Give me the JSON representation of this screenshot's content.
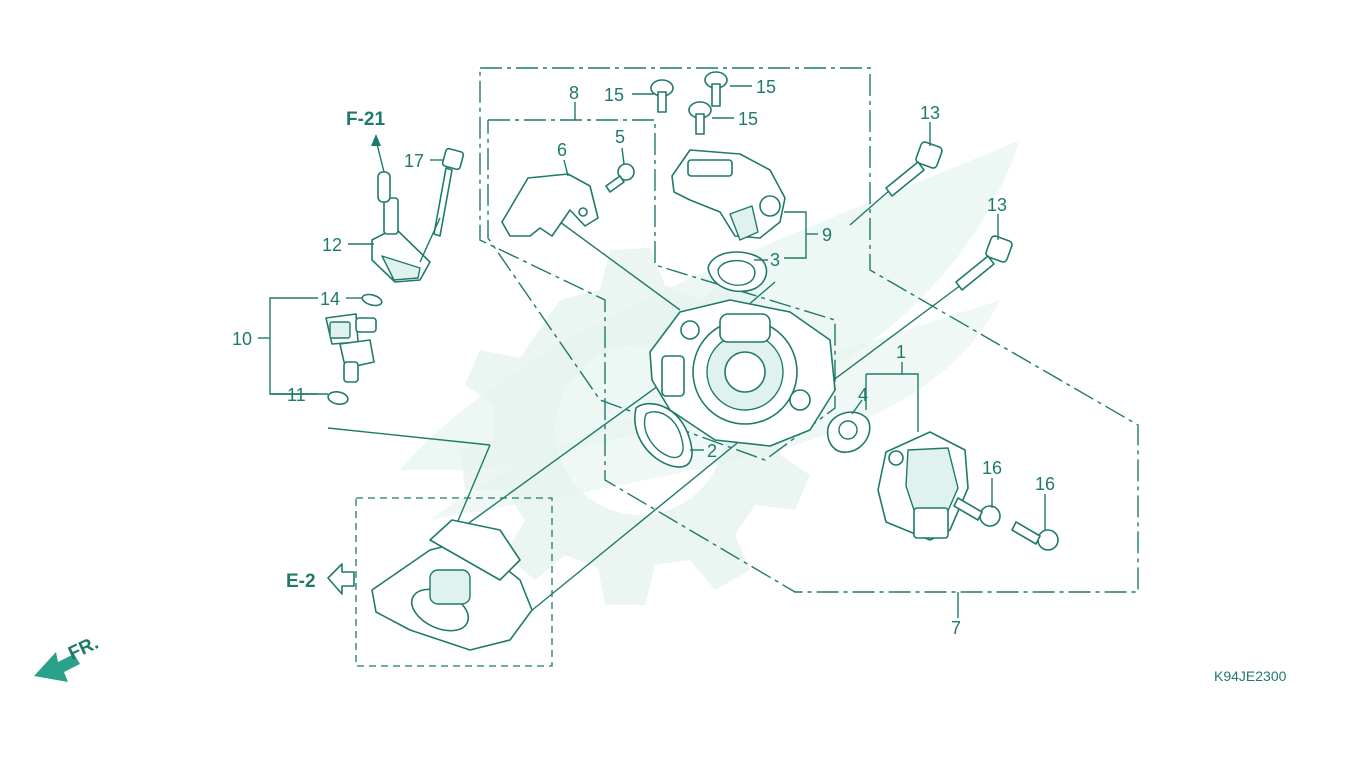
{
  "callouts": {
    "c1": "1",
    "c2": "2",
    "c3": "3",
    "c4": "4",
    "c5": "5",
    "c6": "6",
    "c7": "7",
    "c8": "8",
    "c9": "9",
    "c10": "10",
    "c11": "11",
    "c12": "12",
    "c13a": "13",
    "c13b": "13",
    "c14": "14",
    "c15a": "15",
    "c15b": "15",
    "c15c": "15",
    "c16a": "16",
    "c16b": "16",
    "c17": "17"
  },
  "references": {
    "top": "F-21",
    "left": "E-2"
  },
  "front_marker": "FR.",
  "diagram_code": "K94JE2300",
  "colors": {
    "line": "#1f7a6c",
    "watermark": "#e6f3ef",
    "background": "#ffffff"
  },
  "icons": [
    "gear-watermark-icon",
    "wing-watermark-icon",
    "front-arrow-icon",
    "reference-arrow-icon"
  ]
}
